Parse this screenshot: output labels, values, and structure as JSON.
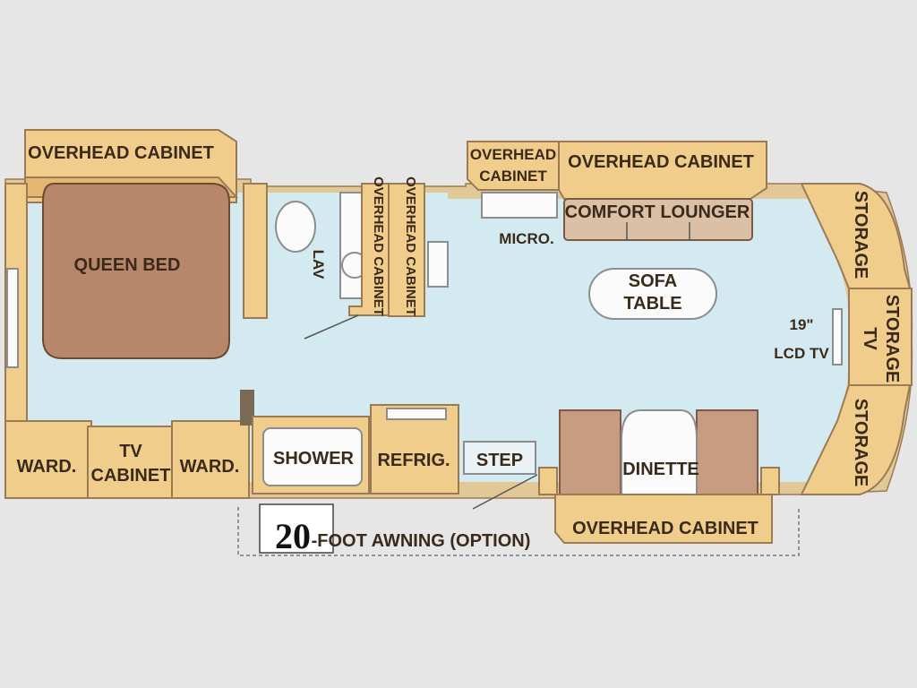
{
  "labels": {
    "overhead_cabinet_bedroom": "OVERHEAD CABINET",
    "queen_bed": "QUEEN BED",
    "lav": "LAV",
    "overhead_cabinet_bath_1": "OVERHEAD CABINET",
    "overhead_cabinet_bath_2": "OVERHEAD CABINET",
    "overhead_cabinet_small_line1": "OVERHEAD",
    "overhead_cabinet_small_line2": "CABINET",
    "overhead_cabinet_lounge": "OVERHEAD CABINET",
    "comfort_lounger": "COMFORT LOUNGER",
    "micro": "MICRO.",
    "sofa_table_line1": "SOFA",
    "sofa_table_line2": "TABLE",
    "storage_top": "STORAGE",
    "storage_tv_line1": "STORAGE",
    "storage_tv_line2": "TV",
    "storage_bottom": "STORAGE",
    "lcd_tv_line1": "19\"",
    "lcd_tv_line2": "LCD TV",
    "ward_left": "WARD.",
    "tv_cabinet_line1": "TV",
    "tv_cabinet_line2": "CABINET",
    "ward_right": "WARD.",
    "shower": "SHOWER",
    "refrig": "REFRIG.",
    "step": "STEP",
    "dinette": "DINETTE",
    "overhead_cabinet_dinette": "OVERHEAD CABINET",
    "awning": "-FOOT AWNING (OPTION)",
    "awning_number": "20"
  },
  "colors": {
    "background": "#e6e6e6",
    "floor": "#d3ebf0",
    "cabinet": "#f1cd8c",
    "bed": "#b8876b",
    "text": "#3a2a1a"
  }
}
